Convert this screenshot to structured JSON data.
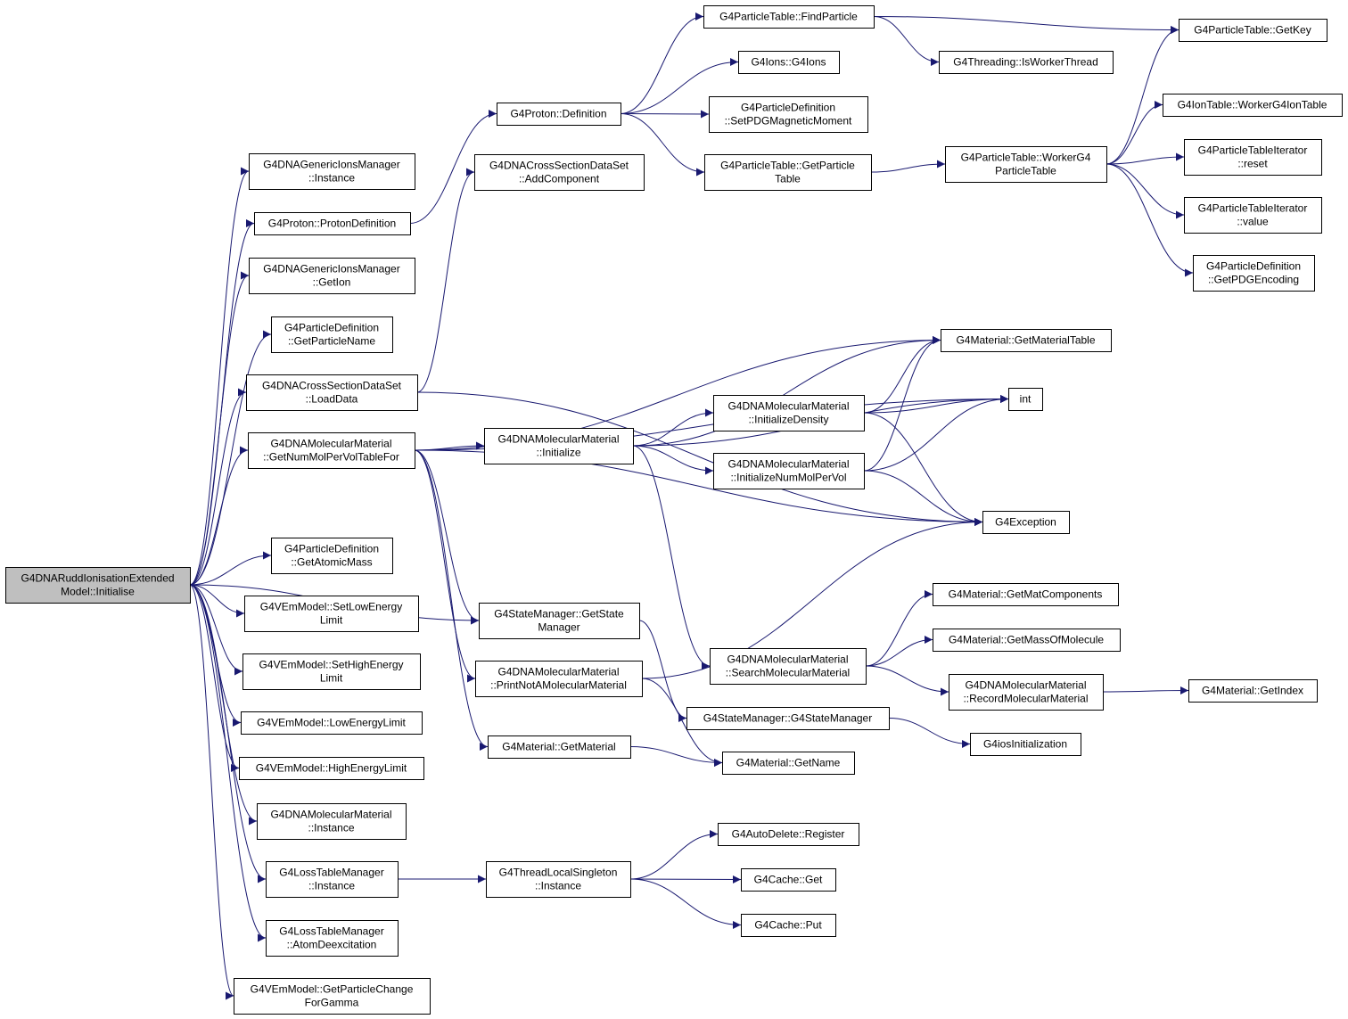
{
  "nodes": [
    {
      "id": "root",
      "lines": [
        "G4DNARuddIonisationExtended",
        "Model::Initialise"
      ],
      "root": true
    },
    {
      "id": "gim_instance",
      "lines": [
        "G4DNAGenericIonsManager",
        "::Instance"
      ]
    },
    {
      "id": "proton_def",
      "lines": [
        "G4Proton::ProtonDefinition"
      ]
    },
    {
      "id": "gim_getion",
      "lines": [
        "G4DNAGenericIonsManager",
        "::GetIon"
      ]
    },
    {
      "id": "pd_getname",
      "lines": [
        "G4ParticleDefinition",
        "::GetParticleName"
      ]
    },
    {
      "id": "cs_loaddata",
      "lines": [
        "G4DNACrossSectionDataSet",
        "::LoadData"
      ]
    },
    {
      "id": "mm_getnummol",
      "lines": [
        "G4DNAMolecularMaterial",
        "::GetNumMolPerVolTableFor"
      ]
    },
    {
      "id": "pd_atomicmass",
      "lines": [
        "G4ParticleDefinition",
        "::GetAtomicMass"
      ]
    },
    {
      "id": "em_setlow",
      "lines": [
        "G4VEmModel::SetLowEnergy",
        "Limit"
      ]
    },
    {
      "id": "em_sethigh",
      "lines": [
        "G4VEmModel::SetHighEnergy",
        "Limit"
      ]
    },
    {
      "id": "em_lowlimit",
      "lines": [
        "G4VEmModel::LowEnergyLimit"
      ]
    },
    {
      "id": "em_highlimit",
      "lines": [
        "G4VEmModel::HighEnergyLimit"
      ]
    },
    {
      "id": "mm_instance",
      "lines": [
        "G4DNAMolecularMaterial",
        "::Instance"
      ]
    },
    {
      "id": "ltm_instance",
      "lines": [
        "G4LossTableManager",
        "::Instance"
      ]
    },
    {
      "id": "ltm_atomdeex",
      "lines": [
        "G4LossTableManager",
        "::AtomDeexcitation"
      ]
    },
    {
      "id": "em_getpcg",
      "lines": [
        "G4VEmModel::GetParticleChange",
        "ForGamma"
      ]
    },
    {
      "id": "proton_definition",
      "lines": [
        "G4Proton::Definition"
      ]
    },
    {
      "id": "cs_addcomp",
      "lines": [
        "G4DNACrossSectionDataSet",
        "::AddComponent"
      ]
    },
    {
      "id": "mm_initialize",
      "lines": [
        "G4DNAMolecularMaterial",
        "::Initialize"
      ]
    },
    {
      "id": "sm_getstate",
      "lines": [
        "G4StateManager::GetState",
        "Manager"
      ]
    },
    {
      "id": "mm_printnot",
      "lines": [
        "G4DNAMolecularMaterial",
        "::PrintNotAMolecularMaterial"
      ]
    },
    {
      "id": "mat_getmaterial",
      "lines": [
        "G4Material::GetMaterial"
      ]
    },
    {
      "id": "tls_instance",
      "lines": [
        "G4ThreadLocalSingleton",
        "::Instance"
      ]
    },
    {
      "id": "pt_find",
      "lines": [
        "G4ParticleTable::FindParticle"
      ]
    },
    {
      "id": "ions_g4ions",
      "lines": [
        "G4Ions::G4Ions"
      ]
    },
    {
      "id": "pd_setpdg",
      "lines": [
        "G4ParticleDefinition",
        "::SetPDGMagneticMoment"
      ]
    },
    {
      "id": "pt_getpt",
      "lines": [
        "G4ParticleTable::GetParticle",
        "Table"
      ]
    },
    {
      "id": "mm_initdensity",
      "lines": [
        "G4DNAMolecularMaterial",
        "::InitializeDensity"
      ]
    },
    {
      "id": "mm_initnummol",
      "lines": [
        "G4DNAMolecularMaterial",
        "::InitializeNumMolPerVol"
      ]
    },
    {
      "id": "mm_search",
      "lines": [
        "G4DNAMolecularMaterial",
        "::SearchMolecularMaterial"
      ]
    },
    {
      "id": "sm_ctor",
      "lines": [
        "G4StateManager::G4StateManager"
      ]
    },
    {
      "id": "mat_getname",
      "lines": [
        "G4Material::GetName"
      ]
    },
    {
      "id": "ad_register",
      "lines": [
        "G4AutoDelete::Register"
      ]
    },
    {
      "id": "cache_get",
      "lines": [
        "G4Cache::Get"
      ]
    },
    {
      "id": "cache_put",
      "lines": [
        "G4Cache::Put"
      ]
    },
    {
      "id": "th_isworker",
      "lines": [
        "G4Threading::IsWorkerThread"
      ]
    },
    {
      "id": "pt_workerg4",
      "lines": [
        "G4ParticleTable::WorkerG4",
        "ParticleTable"
      ]
    },
    {
      "id": "mat_gettable",
      "lines": [
        "G4Material::GetMaterialTable"
      ]
    },
    {
      "id": "int",
      "lines": [
        "int"
      ]
    },
    {
      "id": "exception",
      "lines": [
        "G4Exception"
      ]
    },
    {
      "id": "mat_getmatcomp",
      "lines": [
        "G4Material::GetMatComponents"
      ]
    },
    {
      "id": "mat_getmassmol",
      "lines": [
        "G4Material::GetMassOfMolecule"
      ]
    },
    {
      "id": "mm_record",
      "lines": [
        "G4DNAMolecularMaterial",
        "::RecordMolecularMaterial"
      ]
    },
    {
      "id": "ios_init",
      "lines": [
        "G4iosInitialization"
      ]
    },
    {
      "id": "mat_getindex",
      "lines": [
        "G4Material::GetIndex"
      ]
    },
    {
      "id": "pt_getkey",
      "lines": [
        "G4ParticleTable::GetKey"
      ]
    },
    {
      "id": "iontable_worker",
      "lines": [
        "G4IonTable::WorkerG4IonTable"
      ]
    },
    {
      "id": "pti_reset",
      "lines": [
        "G4ParticleTableIterator",
        "::reset"
      ]
    },
    {
      "id": "pti_value",
      "lines": [
        "G4ParticleTableIterator",
        "::value"
      ]
    },
    {
      "id": "pd_getpdg",
      "lines": [
        "G4ParticleDefinition",
        "::GetPDGEncoding"
      ]
    }
  ],
  "edges": [
    [
      "root",
      "gim_instance"
    ],
    [
      "root",
      "proton_def"
    ],
    [
      "root",
      "gim_getion"
    ],
    [
      "root",
      "pd_getname"
    ],
    [
      "root",
      "cs_loaddata"
    ],
    [
      "root",
      "mm_getnummol"
    ],
    [
      "root",
      "pd_atomicmass"
    ],
    [
      "root",
      "em_setlow"
    ],
    [
      "root",
      "em_sethigh"
    ],
    [
      "root",
      "em_lowlimit"
    ],
    [
      "root",
      "em_highlimit"
    ],
    [
      "root",
      "mm_instance"
    ],
    [
      "root",
      "ltm_instance"
    ],
    [
      "root",
      "ltm_atomdeex"
    ],
    [
      "root",
      "em_getpcg"
    ],
    [
      "root",
      "sm_getstate"
    ],
    [
      "proton_def",
      "proton_definition"
    ],
    [
      "cs_loaddata",
      "cs_addcomp"
    ],
    [
      "cs_loaddata",
      "exception"
    ],
    [
      "mm_getnummol",
      "mm_initialize"
    ],
    [
      "mm_getnummol",
      "mat_gettable"
    ],
    [
      "mm_getnummol",
      "int"
    ],
    [
      "mm_getnummol",
      "exception"
    ],
    [
      "mm_getnummol",
      "sm_getstate"
    ],
    [
      "mm_getnummol",
      "mm_printnot"
    ],
    [
      "mm_getnummol",
      "mat_getmaterial"
    ],
    [
      "ltm_instance",
      "tls_instance"
    ],
    [
      "proton_definition",
      "pt_find"
    ],
    [
      "proton_definition",
      "ions_g4ions"
    ],
    [
      "proton_definition",
      "pd_setpdg"
    ],
    [
      "proton_definition",
      "pt_getpt"
    ],
    [
      "mm_initialize",
      "mat_gettable"
    ],
    [
      "mm_initialize",
      "int"
    ],
    [
      "mm_initialize",
      "mm_initdensity"
    ],
    [
      "mm_initialize",
      "mm_initnummol"
    ],
    [
      "mm_initialize",
      "mm_search"
    ],
    [
      "sm_getstate",
      "sm_ctor"
    ],
    [
      "mm_printnot",
      "exception"
    ],
    [
      "mm_printnot",
      "mat_getname"
    ],
    [
      "mat_getmaterial",
      "mat_getname"
    ],
    [
      "tls_instance",
      "ad_register"
    ],
    [
      "tls_instance",
      "cache_get"
    ],
    [
      "tls_instance",
      "cache_put"
    ],
    [
      "pt_find",
      "pt_getkey"
    ],
    [
      "pt_find",
      "th_isworker"
    ],
    [
      "pt_getpt",
      "pt_workerg4"
    ],
    [
      "mm_initdensity",
      "mat_gettable"
    ],
    [
      "mm_initdensity",
      "int"
    ],
    [
      "mm_initdensity",
      "exception"
    ],
    [
      "mm_initnummol",
      "mat_gettable"
    ],
    [
      "mm_initnummol",
      "int"
    ],
    [
      "mm_initnummol",
      "exception"
    ],
    [
      "mm_search",
      "mat_getmatcomp"
    ],
    [
      "mm_search",
      "mat_getmassmol"
    ],
    [
      "mm_search",
      "mm_record"
    ],
    [
      "sm_ctor",
      "ios_init"
    ],
    [
      "mm_record",
      "mat_getindex"
    ],
    [
      "pt_workerg4",
      "pt_getkey"
    ],
    [
      "pt_workerg4",
      "iontable_worker"
    ],
    [
      "pt_workerg4",
      "pti_reset"
    ],
    [
      "pt_workerg4",
      "pti_value"
    ],
    [
      "pt_workerg4",
      "pd_getpdg"
    ]
  ],
  "colors": {
    "edge": "#191970",
    "root_fill": "#bfbfbf",
    "node_fill": "#ffffff",
    "border": "#000000"
  }
}
